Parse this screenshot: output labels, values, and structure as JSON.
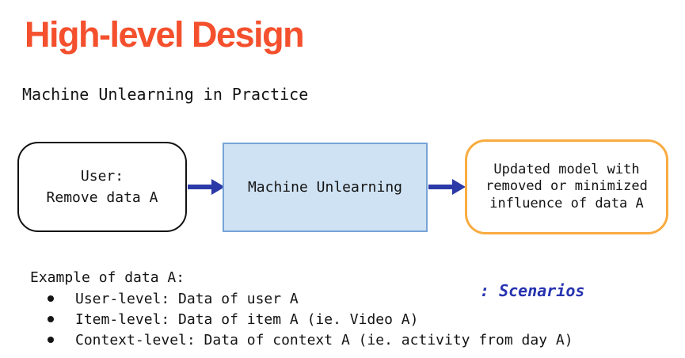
{
  "slide": {
    "title": "High-level Design",
    "subtitle": "Machine Unlearning in Practice"
  },
  "diagram": {
    "user_box": {
      "lines": [
        "User:",
        "Remove data A"
      ]
    },
    "process_box": {
      "label": "Machine Unlearning"
    },
    "output_box": {
      "lines": [
        "Updated model with",
        "removed or minimized",
        "influence of data A"
      ]
    }
  },
  "notes": {
    "heading": "Example of data A:",
    "bullets": [
      "User-level: Data of user A",
      "Item-level: Data of item A (ie. Video A)",
      "Context-level: Data of context A (ie. activity from day A)"
    ],
    "annotation": ": Scenarios"
  },
  "colors": {
    "title": "#F4502D",
    "arrow": "#2C3AA8",
    "annotation": "#2633B0",
    "process_fill": "#CFE2F3",
    "process_border": "#76A3D6",
    "output_border": "#F9AB40",
    "box_border": "#111111",
    "body_text": "#141414"
  }
}
